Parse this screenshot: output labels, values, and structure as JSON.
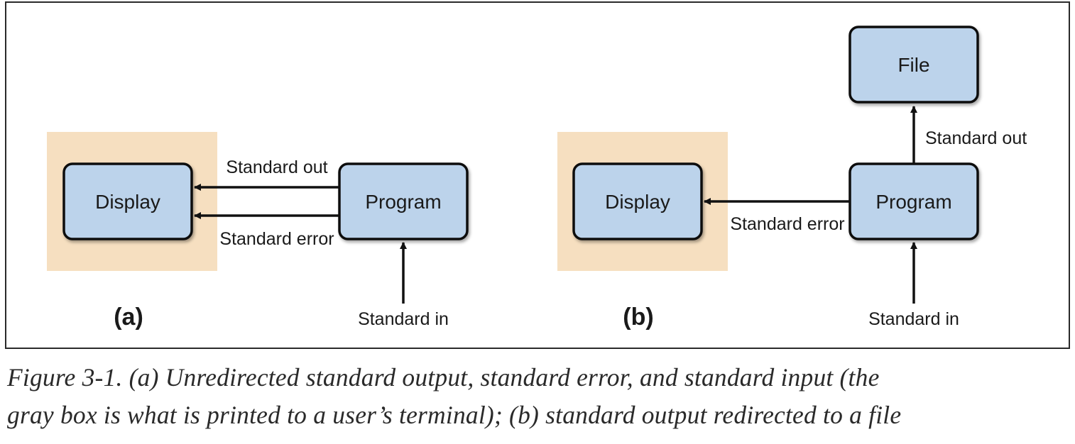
{
  "panels": {
    "a": {
      "label": "(a)",
      "nodes": {
        "display": "Display",
        "program": "Program"
      },
      "edges": {
        "stdout": "Standard out",
        "stderr": "Standard error",
        "stdin": "Standard in"
      }
    },
    "b": {
      "label": "(b)",
      "nodes": {
        "display": "Display",
        "program": "Program",
        "file": "File"
      },
      "edges": {
        "stdout": "Standard out",
        "stderr": "Standard error",
        "stdin": "Standard in"
      }
    }
  },
  "caption": {
    "line1": "Figure 3-1. (a) Unredirected standard output, standard error, and standard input (the",
    "line2": "gray box is what is printed to a user’s terminal); (b) standard output redirected to a file"
  },
  "colors": {
    "node_fill": "#bcd3eb",
    "node_stroke": "#111111",
    "terminal_area": "#f6dfc0",
    "arrow": "#111111",
    "frame": "#2a2a2a"
  }
}
